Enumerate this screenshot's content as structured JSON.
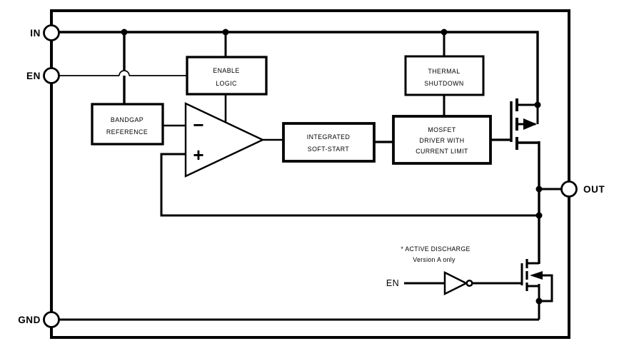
{
  "pins": {
    "in": "IN",
    "en": "EN",
    "gnd": "GND",
    "out": "OUT"
  },
  "blocks": {
    "enable_logic": {
      "line1": "ENABLE",
      "line2": "LOGIC"
    },
    "bandgap_reference": {
      "line1": "BANDGAP",
      "line2": "REFERENCE"
    },
    "thermal_shutdown": {
      "line1": "THERMAL",
      "line2": "SHUTDOWN"
    },
    "integrated_soft_start": {
      "line1": "INTEGRATED",
      "line2": "SOFT-START"
    },
    "mosfet_driver": {
      "line1": "MOSFET",
      "line2": "DRIVER WITH",
      "line3": "CURRENT LIMIT"
    }
  },
  "error_amplifier": {
    "inverting_label": "−",
    "noninverting_label": "+"
  },
  "active_discharge": {
    "note_line1": "* ACTIVE DISCHARGE",
    "note_line2": "Version A only",
    "en_label": "EN"
  },
  "colors": {
    "line": "#000000",
    "background": "#ffffff"
  }
}
